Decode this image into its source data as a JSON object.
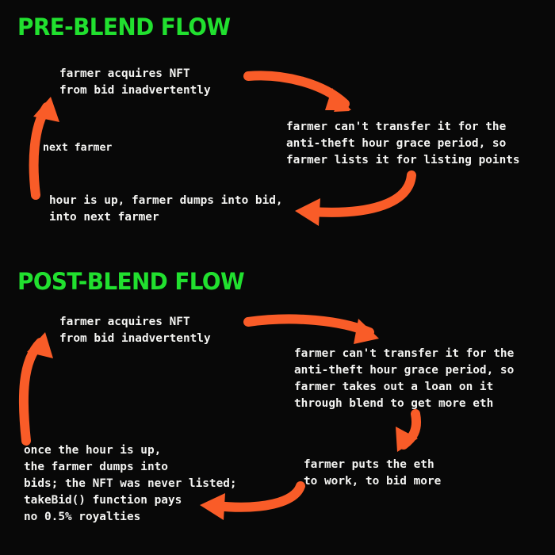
{
  "meta": {
    "background_color": "#080808",
    "heading_color": "#21e02f",
    "text_color": "#f4f4f2",
    "arrow_color": "#f95c28"
  },
  "sections": [
    {
      "id": "pre-blend",
      "heading": "PRE-BLEND FLOW",
      "notes": [
        {
          "id": "pre-step-1",
          "name": "note-farmer-acquires-nft",
          "lines": "farmer acquires NFT\nfrom bid inadvertently"
        },
        {
          "id": "pre-step-2",
          "name": "note-cannot-transfer-lists",
          "lines": "farmer can't transfer it for the\nanti-theft hour grace period, so\nfarmer lists it for listing points"
        },
        {
          "id": "pre-step-3",
          "name": "note-hour-is-up-dumps",
          "lines": "hour is up, farmer dumps into bid,\ninto next farmer"
        },
        {
          "id": "pre-label-next-farmer",
          "name": "label-next-farmer",
          "lines": "next farmer"
        }
      ],
      "arrows": [
        {
          "name": "arrow-acquire-to-grace",
          "direction": "right-down"
        },
        {
          "name": "arrow-grace-to-dump",
          "direction": "left"
        },
        {
          "name": "arrow-dump-to-next-farmer",
          "direction": "up"
        }
      ]
    },
    {
      "id": "post-blend",
      "heading": "POST-BLEND FLOW",
      "notes": [
        {
          "id": "post-step-1",
          "name": "note-farmer-acquires-nft",
          "lines": "farmer acquires NFT\nfrom bid inadvertently"
        },
        {
          "id": "post-step-2",
          "name": "note-cannot-transfer-loan",
          "lines": "farmer can't transfer it for the\nanti-theft hour grace period, so\nfarmer takes out a loan on it\nthrough blend to get more eth"
        },
        {
          "id": "post-step-3",
          "name": "note-puts-eth-to-work",
          "lines": "farmer puts the eth\nto work, to bid more"
        },
        {
          "id": "post-step-4",
          "name": "note-once-hour-up-no-royalties",
          "lines": "once the hour is up,\nthe farmer dumps into\nbids; the NFT was never listed;\ntakeBid() function pays\nno 0.5% royalties"
        }
      ],
      "arrows": [
        {
          "name": "arrow-acquire-to-grace",
          "direction": "right"
        },
        {
          "name": "arrow-grace-to-eth-work",
          "direction": "down"
        },
        {
          "name": "arrow-eth-work-to-dump",
          "direction": "left"
        },
        {
          "name": "arrow-dump-to-next-farmer",
          "direction": "up"
        }
      ]
    }
  ]
}
